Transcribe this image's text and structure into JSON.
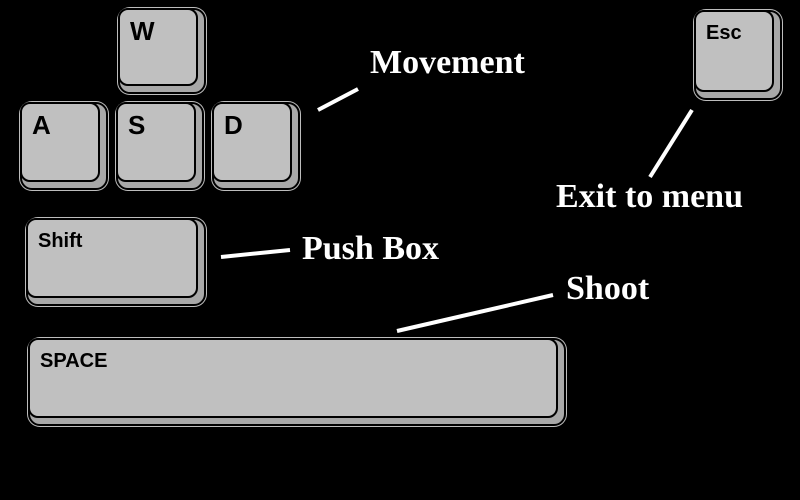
{
  "keys": {
    "w": "W",
    "a": "A",
    "s": "S",
    "d": "D",
    "esc": "Esc",
    "shift": "Shift",
    "space": "SPACE"
  },
  "captions": {
    "movement": "Movement",
    "exit": "Exit to menu",
    "push": "Push Box",
    "shoot": "Shoot"
  },
  "colors": {
    "background": "#000000",
    "key_face": "#c0c0c0",
    "key_rim": "#a8a8a8",
    "caption_text": "#ffffff"
  }
}
